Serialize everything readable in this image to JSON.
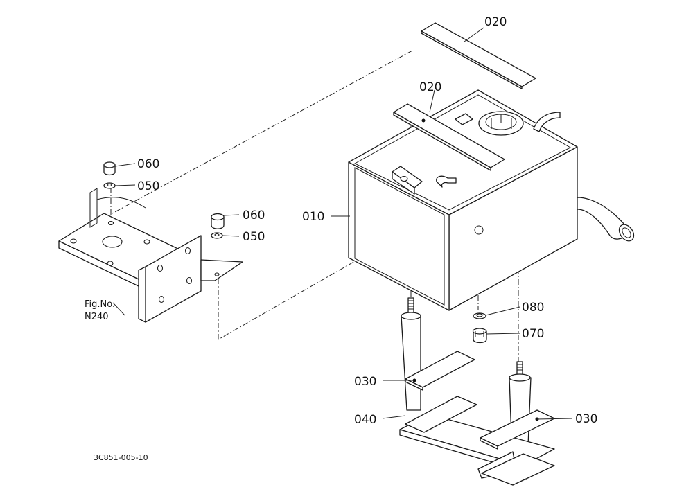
{
  "parts": {
    "p010": "010",
    "p020_top": "020",
    "p020_mid": "020",
    "p030_left": "030",
    "p030_right": "030",
    "p040": "040",
    "p050_left": "050",
    "p050_right": "050",
    "p060_left": "060",
    "p060_right": "060",
    "p070": "070",
    "p080": "080"
  },
  "figure_ref": {
    "line1": "Fig.No.",
    "line2": "N240"
  },
  "drawing_code": "3C851-005-10"
}
